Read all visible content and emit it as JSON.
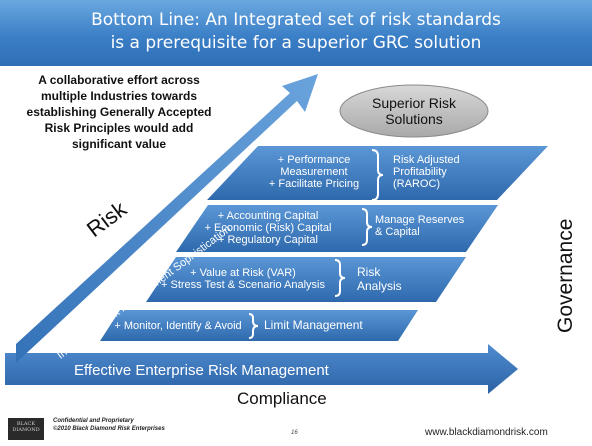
{
  "title": {
    "line1": "Bottom Line: An Integrated set of risk standards",
    "line2": "is a prerequisite for a superior GRC solution"
  },
  "intro": {
    "line1": "A collaborative effort across",
    "line2": "multiple  Industries  towards",
    "line3": "establishing Generally Accepted",
    "line4": "Risk Principles would add",
    "line5": "significant value"
  },
  "cloud": {
    "line1": "Superior Risk",
    "line2": "Solutions"
  },
  "tiers": [
    {
      "items": [
        "+  Performance",
        "Measurement",
        "+ Facilitate Pricing"
      ],
      "label": [
        "Risk Adjusted",
        "Profitability",
        "(RAROC)"
      ]
    },
    {
      "items": [
        "+ Accounting Capital",
        "+ Economic (Risk) Capital",
        "+ Regulatory Capital"
      ],
      "label": [
        "Manage  Reserves",
        "& Capital"
      ]
    },
    {
      "items": [
        "+ Value at Risk (VAR)",
        "+ Stress Test & Scenario Analysis"
      ],
      "label": [
        "Risk",
        "Analysis"
      ]
    },
    {
      "items": [
        "+ Monitor, Identify & Avoid"
      ],
      "label": [
        "Limit Management"
      ]
    }
  ],
  "risk_word": "Risk",
  "arrow_label": "Increasing Risk Management Sophistication",
  "governance": "Governance",
  "bottom_banner": "Effective Enterprise Risk Management",
  "compliance": "Compliance",
  "footer": {
    "logo_line1": "BLACK",
    "logo_line2": "DIAMOND",
    "confidential": "Confidential and Proprietary",
    "copyright": "©2010 Black Diamond Risk Enterprises",
    "page": "16",
    "url": "www.blackdiamondrisk.com"
  }
}
